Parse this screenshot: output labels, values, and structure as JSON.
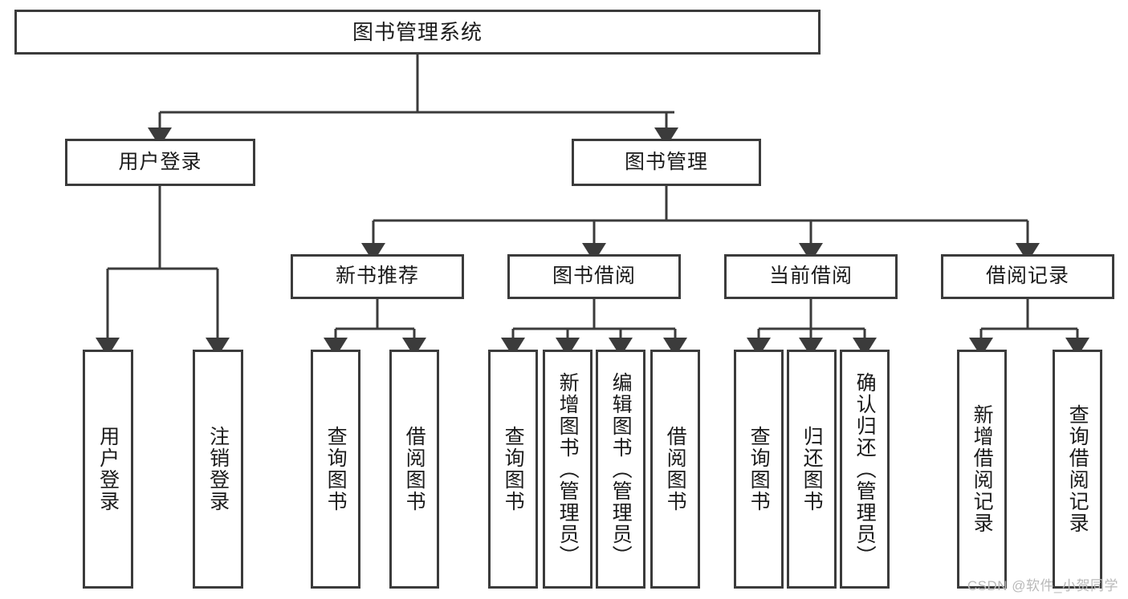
{
  "diagram": {
    "type": "tree-hierarchy-chart",
    "title": "图书管理系统",
    "stroke_color": "#3b3b3b",
    "background_color": "#ffffff",
    "root": {
      "label": "图书管理系统"
    },
    "level2": [
      {
        "label": "用户登录"
      },
      {
        "label": "图书管理"
      }
    ],
    "level3": [
      {
        "label": "新书推荐"
      },
      {
        "label": "图书借阅"
      },
      {
        "label": "当前借阅"
      },
      {
        "label": "借阅记录"
      }
    ],
    "leaves": {
      "user_login": [
        {
          "label": "用户登录"
        },
        {
          "label": "注销登录"
        }
      ],
      "new_book_recommend": [
        {
          "label": "查询图书"
        },
        {
          "label": "借阅图书"
        }
      ],
      "book_borrow": [
        {
          "label": "查询图书"
        },
        {
          "label": "新增图书（管理员）"
        },
        {
          "label": "编辑图书（管理员）"
        },
        {
          "label": "借阅图书"
        }
      ],
      "current_borrow": [
        {
          "label": "查询图书"
        },
        {
          "label": "归还图书"
        },
        {
          "label": "确认归还（管理员）"
        }
      ],
      "borrow_record": [
        {
          "label": "新增借阅记录"
        },
        {
          "label": "查询借阅记录"
        }
      ]
    },
    "watermark": "CSDN @软件_小贺同学"
  }
}
